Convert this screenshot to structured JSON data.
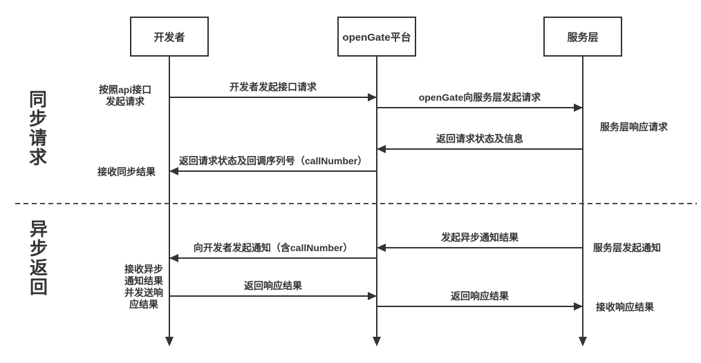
{
  "actors": [
    {
      "name": "开发者"
    },
    {
      "name": "openGate平台"
    },
    {
      "name": "服务层"
    }
  ],
  "sections": [
    {
      "label": "同步请求"
    },
    {
      "label": "异步返回"
    }
  ],
  "messages": [
    {
      "label": "开发者发起接口请求",
      "from": "开发者",
      "to": "openGate平台",
      "direction": "right"
    },
    {
      "label": "openGate向服务层发起请求",
      "from": "openGate平台",
      "to": "服务层",
      "direction": "right"
    },
    {
      "label": "返回请求状态及信息",
      "from": "服务层",
      "to": "openGate平台",
      "direction": "left"
    },
    {
      "label": "返回请求状态及回调序列号（callNumber）",
      "from": "openGate平台",
      "to": "开发者",
      "direction": "left"
    },
    {
      "label": "发起异步通知结果",
      "from": "服务层",
      "to": "openGate平台",
      "direction": "left"
    },
    {
      "label": "向开发者发起通知（含callNumber）",
      "from": "openGate平台",
      "to": "开发者",
      "direction": "left"
    },
    {
      "label": "返回响应结果",
      "from": "开发者",
      "to": "openGate平台",
      "direction": "right"
    },
    {
      "label": "返回响应结果",
      "from": "openGate平台",
      "to": "服务层",
      "direction": "right"
    }
  ],
  "annotations": [
    {
      "label": "按照api接口\n发起请求"
    },
    {
      "label": "接收同步结果"
    },
    {
      "label": "服务层响应请求"
    },
    {
      "label": "服务层发起通知"
    },
    {
      "label": "接收异步\n通知结果\n并发送响\n应结果"
    },
    {
      "label": "接收响应结果"
    }
  ],
  "colors": {
    "line": "#333333",
    "text": "#333333",
    "background": "#ffffff"
  }
}
